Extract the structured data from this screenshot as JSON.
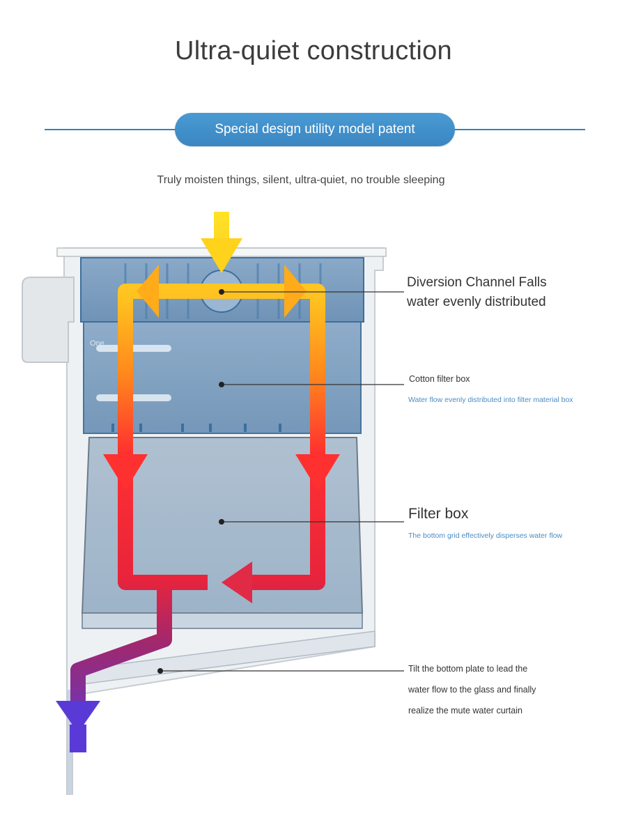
{
  "header": {
    "title": "Ultra-quiet construction",
    "pill_label": "Special design utility model patent",
    "subtitle": "Truly moisten things, silent, ultra-quiet, no trouble sleeping"
  },
  "diagram": {
    "box_marker_text": "One",
    "callouts": {
      "diversion_line1": "Diversion Channel Falls",
      "diversion_line2": "water evenly distributed",
      "cotton_title": "Cotton filter box",
      "cotton_note": "Water flow evenly distributed into filter material box",
      "filter_title": "Filter box",
      "filter_note": "The bottom grid effectively disperses water flow",
      "tilt_line1": "Tilt the bottom plate to lead the",
      "tilt_line2": "water flow to the glass and finally",
      "tilt_line3": "realize the mute water curtain"
    },
    "colors": {
      "flow_top": "#ffe426",
      "flow_orange": "#ff9a1a",
      "flow_red": "#ff2e2e",
      "flow_purple": "#8a2fc8",
      "flow_violet": "#5a3ad6",
      "box_blue": "#7b9ec0",
      "accent_blue": "#3a86c2"
    }
  }
}
